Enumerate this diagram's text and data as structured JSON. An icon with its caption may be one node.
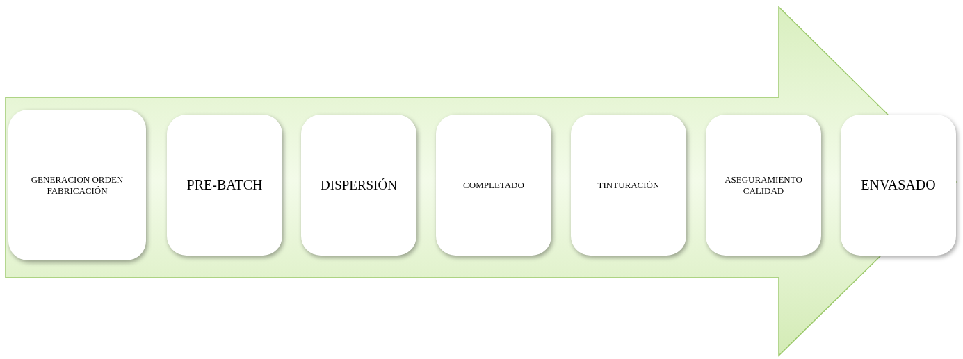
{
  "diagram": {
    "nodes": [
      {
        "text": [],
        "shape": "arrow"
      },
      {
        "text": [
          "GENERACION ORDEN FABRICACIÓN"
        ],
        "in": 0
      },
      {
        "text": [
          "PRE-BATCH"
        ],
        "in": 0
      },
      {
        "text": [
          "DISPERSIÓN"
        ],
        "in": 0
      },
      {
        "text": [
          "COMPLETADO"
        ],
        "in": 0
      },
      {
        "text": [
          "TINTURACIÓN"
        ],
        "in": 0
      },
      {
        "text": [
          "ASEGURAMIENTO CALIDAD"
        ],
        "in": 0
      },
      {
        "text": [
          "ENVASADO"
        ],
        "in": 0
      }
    ]
  }
}
